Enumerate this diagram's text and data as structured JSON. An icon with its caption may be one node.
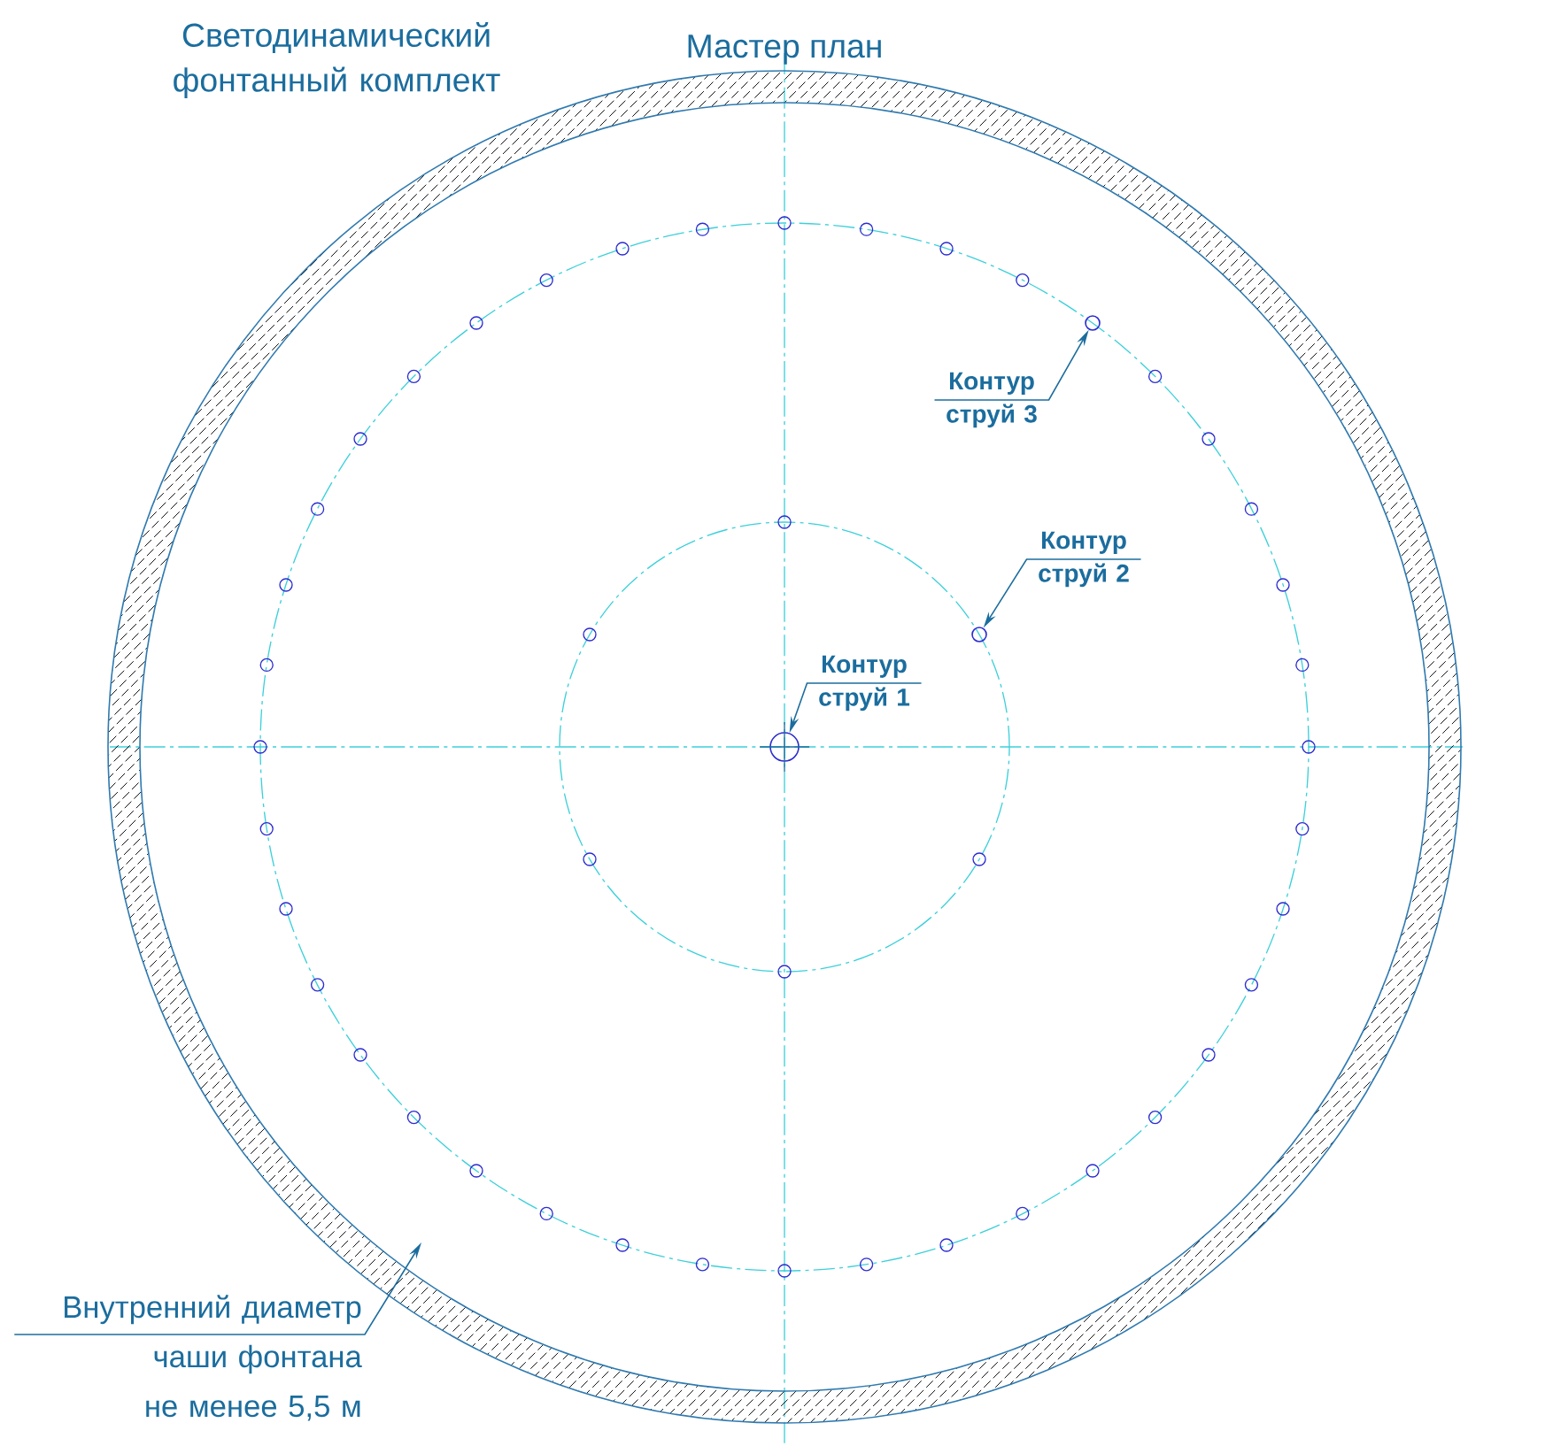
{
  "diagram": {
    "title": "Мастер план",
    "nodes": [
      {
        "text": [
          "Контур струй 1"
        ]
      },
      {
        "text": [
          "Контур струй 2"
        ]
      },
      {
        "text": [
          "Контур струй 3"
        ]
      },
      {
        "text": [
          "Внутренний диаметр чаши фонтана не менее 5,5 м"
        ]
      },
      {
        "text": [],
        "shape": "circle"
      },
      {
        "text": [],
        "shape": "circle"
      },
      {
        "text": [],
        "shape": "circle"
      }
    ],
    "edges": [
      {
        "from": 0,
        "to": 4,
        "arrow": "to"
      },
      {
        "from": 1,
        "to": 5,
        "arrow": "to"
      },
      {
        "from": 2,
        "to": 6,
        "arrow": "to"
      },
      {
        "from": 3,
        "to": null,
        "arrow": "to"
      }
    ],
    "labels": [
      "Светодинамический фонтанный комплект"
    ]
  }
}
